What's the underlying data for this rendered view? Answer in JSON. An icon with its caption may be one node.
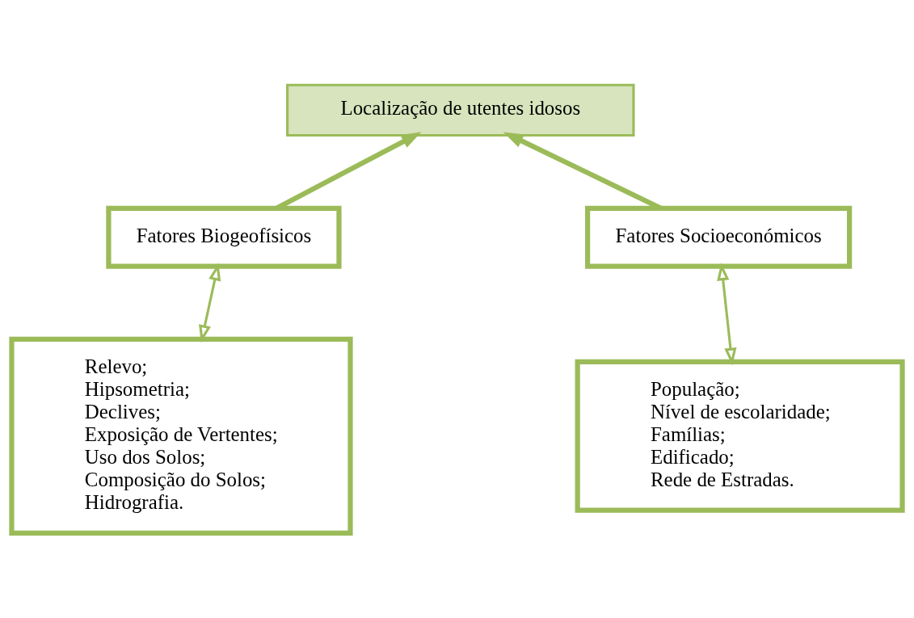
{
  "diagram": {
    "nodes": [
      {
        "text": [
          "Localização de utentes idosos"
        ]
      },
      {
        "text": [
          "Fatores Biogeofísicos"
        ]
      },
      {
        "text": [
          "Fatores Socioeconómicos"
        ]
      },
      {
        "text": [
          "Relevo;",
          "Hipsometria;",
          "Declives;",
          "Exposição de Vertentes;",
          "Uso dos Solos;",
          "Composição do Solos;",
          "Hidrografia."
        ]
      },
      {
        "text": [
          "População;",
          "Nível de escolaridade;",
          "Famílias;",
          "Edificado;",
          "Rede de Estradas."
        ]
      }
    ],
    "edges": [
      {
        "from": 1,
        "to": 0,
        "arrow": "to",
        "style": "thick"
      },
      {
        "from": 2,
        "to": 0,
        "arrow": "to",
        "style": "thick"
      },
      {
        "from": 3,
        "to": 1,
        "arrow": "both"
      },
      {
        "from": 4,
        "to": 2,
        "arrow": "both"
      }
    ]
  }
}
